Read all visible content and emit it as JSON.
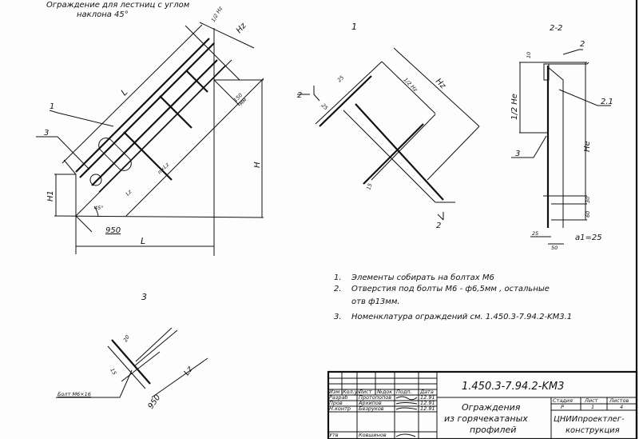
{
  "title": {
    "line1": "Ограждение для лестниц с углом",
    "line2": "наклона 45°"
  },
  "main_view": {
    "labels": {
      "L_diag": "L",
      "half_hz": "1/2 Hz",
      "hz": "Hz",
      "dim150": "150",
      "dim150_unit": "мм",
      "callout1": "1",
      "callout3": "3",
      "lz": "Lz",
      "n_lz": "n×Lz",
      "angle": "45°",
      "h1": "H1",
      "h": "H",
      "dim950": "950",
      "L_base": "L"
    }
  },
  "section1": {
    "title": "1",
    "labels": {
      "hz": "Hz",
      "half_hz": "1/2 Hz",
      "d25a": "25",
      "d25b": "25",
      "d15": "15",
      "cut_a": "2",
      "cut_b": "2"
    }
  },
  "section22": {
    "title": "2-2",
    "labels": {
      "d10": "10",
      "half_he": "1/2 He",
      "he": "He",
      "d30": "30",
      "d60": "60",
      "d25": "25",
      "d50": "50",
      "a1": "a1=25",
      "callout2": "2",
      "callout21": "2.1",
      "callout3": "3"
    }
  },
  "section3": {
    "title": "3",
    "labels": {
      "d20": "20",
      "d15": "15",
      "bolt": "Болт M6×16",
      "d950": "950",
      "lz": "Lz"
    }
  },
  "notes": [
    {
      "num": "1.",
      "text": "Элементы собирать на болтах M6"
    },
    {
      "num": "2.",
      "text": "Отверстия под болты M6 - ф6,5мм , остальные"
    },
    {
      "num": "",
      "text": "отв ф13мм."
    },
    {
      "num": "3.",
      "text": "Номенклатура ограждений см. 1.450.3-7.94.2-KM3.1"
    }
  ],
  "title_block": {
    "code": "1.450.3-7.94.2-KM3",
    "headers": [
      "Изм",
      "Кол.уч",
      "Лист",
      "№док",
      "Подп.",
      "Дата"
    ],
    "rows": [
      {
        "role": "Разраб",
        "name": "Протопопов",
        "sign": "",
        "date": "12.91"
      },
      {
        "role": "Пров",
        "name": "Архипов",
        "sign": "",
        "date": "12.91"
      },
      {
        "role": "Н.контр",
        "name": "Безруков",
        "sign": "",
        "date": "12.91"
      },
      {
        "role": "Утв",
        "name": "Ковшинов",
        "sign": "",
        "date": ""
      }
    ],
    "doc_title": [
      "Ограждения",
      "из горячекатаных",
      "профилей"
    ],
    "stage_headers": [
      "Стадия",
      "Лист",
      "Листов"
    ],
    "stage_values": [
      "Р",
      "1",
      "4"
    ],
    "org": [
      "ЦНИИпроектлег-",
      "конструкция"
    ]
  }
}
